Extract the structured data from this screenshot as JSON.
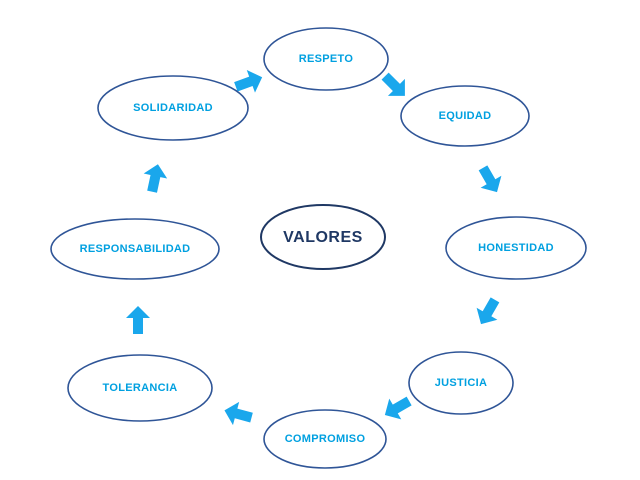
{
  "diagram": {
    "center": {
      "label": "VALORES",
      "text_color": "#1f3864",
      "border_color": "#1f3864"
    },
    "nodes": [
      {
        "id": "respeto",
        "label": "RESPETO"
      },
      {
        "id": "equidad",
        "label": "EQUIDAD"
      },
      {
        "id": "honestidad",
        "label": "HONESTIDAD"
      },
      {
        "id": "justicia",
        "label": "JUSTICIA"
      },
      {
        "id": "compromiso",
        "label": "COMPROMISO"
      },
      {
        "id": "tolerancia",
        "label": "TOLERANCIA"
      },
      {
        "id": "responsabilidad",
        "label": "RESPONSABILIDAD"
      },
      {
        "id": "solidaridad",
        "label": "SOLIDARIDAD"
      }
    ],
    "flow": "clockwise",
    "colors": {
      "node_border": "#2f5597",
      "node_text": "#00a0e0",
      "arrow_fill": "#1aa7ec",
      "background": "#ffffff"
    }
  }
}
